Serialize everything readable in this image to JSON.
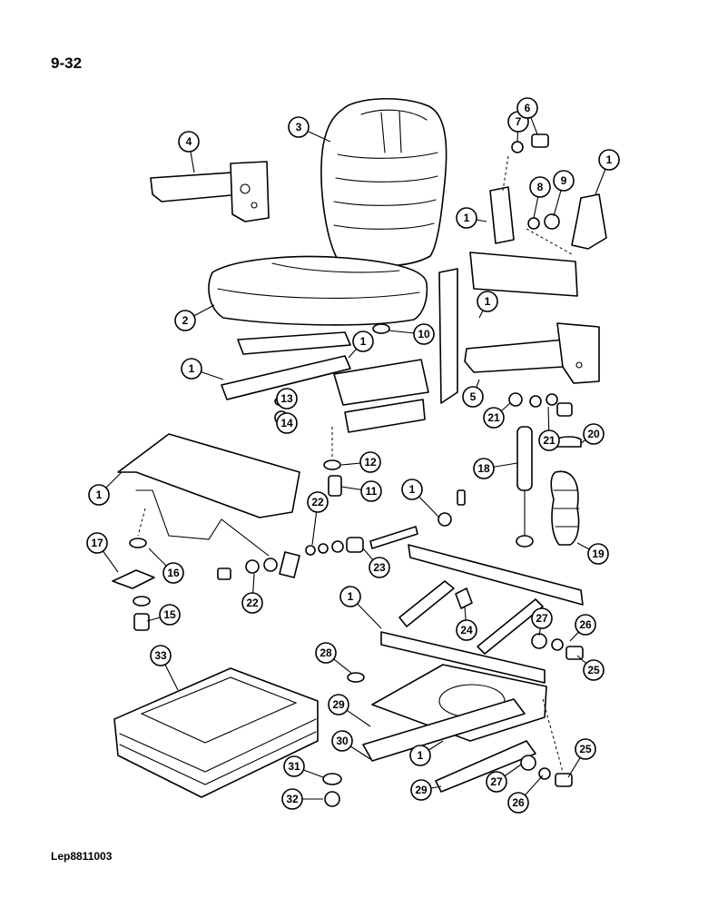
{
  "page": {
    "number": "9-32",
    "reference": "Lep8811003"
  },
  "callouts": [
    {
      "label": "4"
    },
    {
      "label": "3"
    },
    {
      "label": "7"
    },
    {
      "label": "6"
    },
    {
      "label": "1"
    },
    {
      "label": "8"
    },
    {
      "label": "9"
    },
    {
      "label": "1"
    },
    {
      "label": "1"
    },
    {
      "label": "2"
    },
    {
      "label": "10"
    },
    {
      "label": "1"
    },
    {
      "label": "1"
    },
    {
      "label": "13"
    },
    {
      "label": "14"
    },
    {
      "label": "5"
    },
    {
      "label": "21"
    },
    {
      "label": "21"
    },
    {
      "label": "20"
    },
    {
      "label": "18"
    },
    {
      "label": "12"
    },
    {
      "label": "11"
    },
    {
      "label": "1"
    },
    {
      "label": "1"
    },
    {
      "label": "22"
    },
    {
      "label": "17"
    },
    {
      "label": "16"
    },
    {
      "label": "22"
    },
    {
      "label": "23"
    },
    {
      "label": "19"
    },
    {
      "label": "15"
    },
    {
      "label": "1"
    },
    {
      "label": "24"
    },
    {
      "label": "27"
    },
    {
      "label": "26"
    },
    {
      "label": "33"
    },
    {
      "label": "28"
    },
    {
      "label": "25"
    },
    {
      "label": "29"
    },
    {
      "label": "30"
    },
    {
      "label": "1"
    },
    {
      "label": "25"
    },
    {
      "label": "31"
    },
    {
      "label": "27"
    },
    {
      "label": "29"
    },
    {
      "label": "32"
    },
    {
      "label": "26"
    }
  ]
}
